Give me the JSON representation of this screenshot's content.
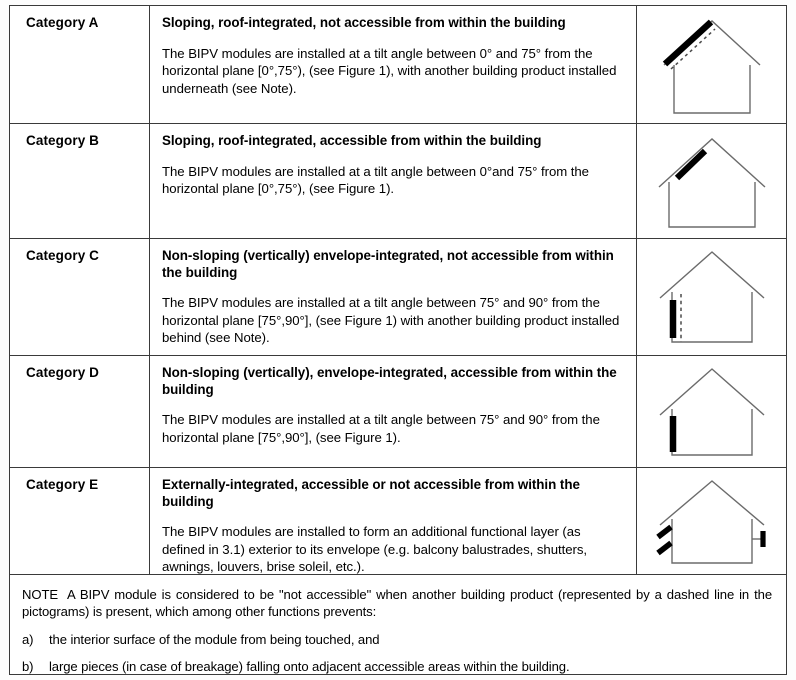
{
  "document": {
    "type": "standard-table",
    "colors": {
      "border": "#3a3a3a",
      "text": "#000000",
      "module_fill": "#000000",
      "outline": "#6b6b6b",
      "page_bg": "#fdfdfd"
    }
  },
  "rows": [
    {
      "category": "Category A",
      "title": "Sloping, roof-integrated, not accessible from within the building",
      "body": "The BIPV modules are installed at a tilt angle between 0° and 75° from the horizontal plane [0°,75°), (see Figure 1), with another building product installed underneath (see Note).",
      "pictogram": "house-roof-module-with-dashed-layer"
    },
    {
      "category": "Category B",
      "title": "Sloping, roof-integrated, accessible from within the building",
      "body": "The BIPV modules are installed at a tilt angle between 0°and 75° from the horizontal plane    [0°,75°), (see Figure 1).",
      "pictogram": "house-roof-module"
    },
    {
      "category": "Category C",
      "title": "Non-sloping (vertically) envelope-integrated, not accessible from within the building",
      "body": "The BIPV modules are installed at a tilt angle between 75° and 90° from the horizontal plane [75°,90°], (see Figure 1) with another building product installed behind (see Note).",
      "pictogram": "house-wall-module-with-dashed-layer"
    },
    {
      "category": "Category D",
      "title": "Non-sloping (vertically), envelope-integrated, accessible from within the building",
      "body": "The BIPV modules are installed at a tilt angle between 75° and 90° from the horizontal plane [75°,90°], (see Figure 1).",
      "pictogram": "house-wall-module"
    },
    {
      "category": "Category E",
      "title": "Externally-integrated, accessible or not accessible from within the building",
      "body": "The BIPV modules are installed to form an additional functional layer (as defined in 3.1) exterior to its envelope (e.g. balcony balustrades, shutters, awnings, louvers, brise soleil, etc.).",
      "pictogram": "house-external-louvers"
    }
  ],
  "note": {
    "label": "NOTE",
    "paragraph": "A BIPV module is considered to be \"not accessible\" when another building product (represented by a dashed line in the pictograms) is present, which among other functions prevents:",
    "items": [
      {
        "marker": "a)",
        "text": "the interior surface of the module from being touched, and"
      },
      {
        "marker": "b)",
        "text": "large pieces (in case of breakage) falling onto adjacent accessible areas within the building."
      }
    ]
  }
}
